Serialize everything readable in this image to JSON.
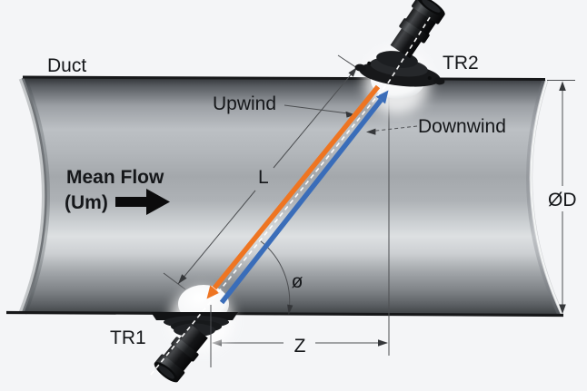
{
  "figure": {
    "duct_label": "Duct",
    "transducers": {
      "top": "TR2",
      "bottom": "TR1"
    },
    "paths": {
      "upwind": "Upwind",
      "downwind": "Downwind"
    },
    "flow": {
      "line1": "Mean Flow",
      "line2": "(Um)"
    },
    "dimensions": {
      "path_length": "L",
      "axial_distance": "Z",
      "diameter": "ØD",
      "angle": "ø"
    }
  },
  "colors": {
    "upwind_arrow": "#ee7522",
    "downwind_arrow": "#3a6db9",
    "background": "#f4f5f7",
    "duct_outline": "#17181a",
    "dimension_line": "#4d4f52",
    "text": "#15171a"
  },
  "icons": {
    "flow_arrow": "thick-right-arrow",
    "upwind_arrow_icon": "diagonal-arrow-down-left",
    "downwind_arrow_icon": "diagonal-arrow-up-right",
    "axis_line": "dashed-transducer-axis"
  }
}
